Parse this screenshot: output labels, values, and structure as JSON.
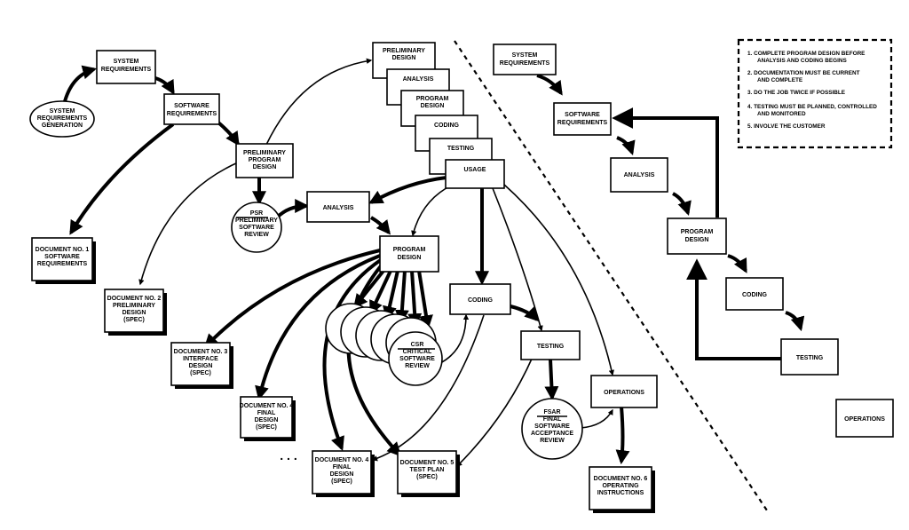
{
  "left": {
    "system_requirements": [
      "SYSTEM",
      "REQUIREMENTS"
    ],
    "sys_req_generation": [
      "SYSTEM",
      "REQUIREMENTS",
      "GENERATION"
    ],
    "software_requirements": [
      "SOFTWARE",
      "REQUIREMENTS"
    ],
    "preliminary_program_design": [
      "PRELIMINARY",
      "PROGRAM",
      "DESIGN"
    ],
    "psr": [
      "PSR",
      "PRELIMINARY",
      "SOFTWARE",
      "REVIEW"
    ],
    "analysis": "ANALYSIS",
    "program_design": [
      "PROGRAM",
      "DESIGN"
    ],
    "coding": "CODING",
    "testing": "TESTING",
    "operations": "OPERATIONS",
    "usage": "USAGE",
    "csr": [
      "CSR",
      "CRITICAL",
      "SOFTWARE",
      "REVIEW"
    ],
    "fsar": [
      "FSAR",
      "FINAL",
      "SOFTWARE",
      "ACCEPTANCE",
      "REVIEW"
    ],
    "stack": [
      [
        "PRELIMINARY",
        "DESIGN"
      ],
      [
        "ANALYSIS"
      ],
      [
        "PROGRAM",
        "DESIGN"
      ],
      [
        "CODING"
      ],
      [
        "TESTING"
      ]
    ],
    "documents": [
      [
        "DOCUMENT NO. 1",
        "SOFTWARE",
        "REQUIREMENTS"
      ],
      [
        "DOCUMENT NO. 2",
        "PRELIMINARY",
        "DESIGN",
        "(SPEC)"
      ],
      [
        "DOCUMENT NO. 3",
        "INTERFACE",
        "DESIGN",
        "(SPEC)"
      ],
      [
        "DOCUMENT NO. 4",
        "FINAL",
        "DESIGN",
        "(SPEC)"
      ],
      [
        "DOCUMENT NO. 4",
        "FINAL",
        "DESIGN",
        "(SPEC)"
      ],
      [
        "DOCUMENT NO. 5",
        "TEST PLAN",
        "(SPEC)"
      ],
      [
        "DOCUMENT NO. 6",
        "OPERATING",
        "INSTRUCTIONS"
      ]
    ],
    "ellipsis": ". . ."
  },
  "right": {
    "system_requirements": [
      "SYSTEM",
      "REQUIREMENTS"
    ],
    "software_requirements": [
      "SOFTWARE",
      "REQUIREMENTS"
    ],
    "analysis": "ANALYSIS",
    "program_design": [
      "PROGRAM",
      "DESIGN"
    ],
    "coding": "CODING",
    "testing": "TESTING",
    "operations": "OPERATIONS"
  },
  "notes": [
    [
      "1.  COMPLETE PROGRAM DESIGN BEFORE",
      "ANALYSIS AND CODING BEGINS"
    ],
    [
      "2.  DOCUMENTATION MUST BE CURRENT",
      "AND COMPLETE"
    ],
    [
      "3.  DO THE JOB TWICE IF POSSIBLE"
    ],
    [
      "4.  TESTING MUST BE PLANNED, CONTROLLED",
      "AND MONITORED"
    ],
    [
      "5.  INVOLVE THE CUSTOMER"
    ]
  ]
}
